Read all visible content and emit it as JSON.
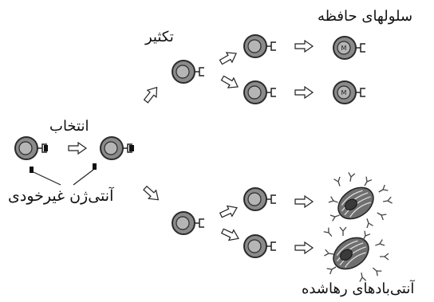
{
  "labels": {
    "selection": "انتخاب",
    "foreign_antigen": "آنتی‌ژن غیرخودی",
    "proliferation": "تکثیر",
    "memory_cells": "سلولهای حافظه",
    "released_antibodies": "آنتی‌بادهای رهاشده",
    "memory_cell_mark": "M"
  },
  "colors": {
    "cell_outer": "#888888",
    "cell_ring": "#2b2b2b",
    "nucleus": "#b3b3b3",
    "line": "#222222",
    "plasma_cell": "#6f6f6f"
  }
}
